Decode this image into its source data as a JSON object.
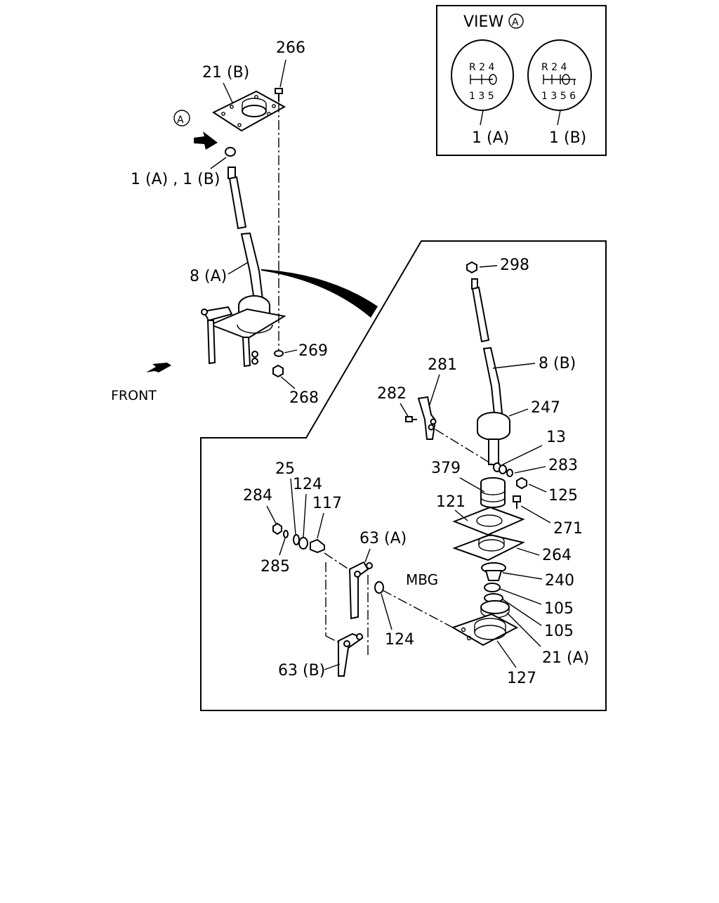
{
  "view_box": {
    "title": "VIEW",
    "title_marker": "A",
    "knob_a": {
      "top_text": "R 2 4",
      "bottom_text": "1 3 5",
      "label": "1 (A)"
    },
    "knob_b": {
      "top_text": "R 2 4",
      "bottom_text": "1 3 5 6",
      "label": "1 (B)"
    }
  },
  "upper_assembly": {
    "view_marker": "A",
    "labels": {
      "p266": "266",
      "p21b": "21 (B)",
      "p1ab": "1 (A) , 1 (B)",
      "p8a": "8 (A)",
      "p269": "269",
      "p268": "268"
    },
    "front_label": "FRONT"
  },
  "detail_box": {
    "mbg_label": "MBG",
    "labels": {
      "p298": "298",
      "p8b": "8 (B)",
      "p281": "281",
      "p282": "282",
      "p247": "247",
      "p13": "13",
      "p379": "379",
      "p283": "283",
      "p125": "125",
      "p121": "121",
      "p271": "271",
      "p264": "264",
      "p240": "240",
      "p105a": "105",
      "p105b": "105",
      "p21a": "21 (A)",
      "p127": "127",
      "p25": "25",
      "p124a": "124",
      "p117": "117",
      "p284": "284",
      "p285": "285",
      "p63a": "63 (A)",
      "p124b": "124",
      "p63b": "63 (B)"
    }
  }
}
